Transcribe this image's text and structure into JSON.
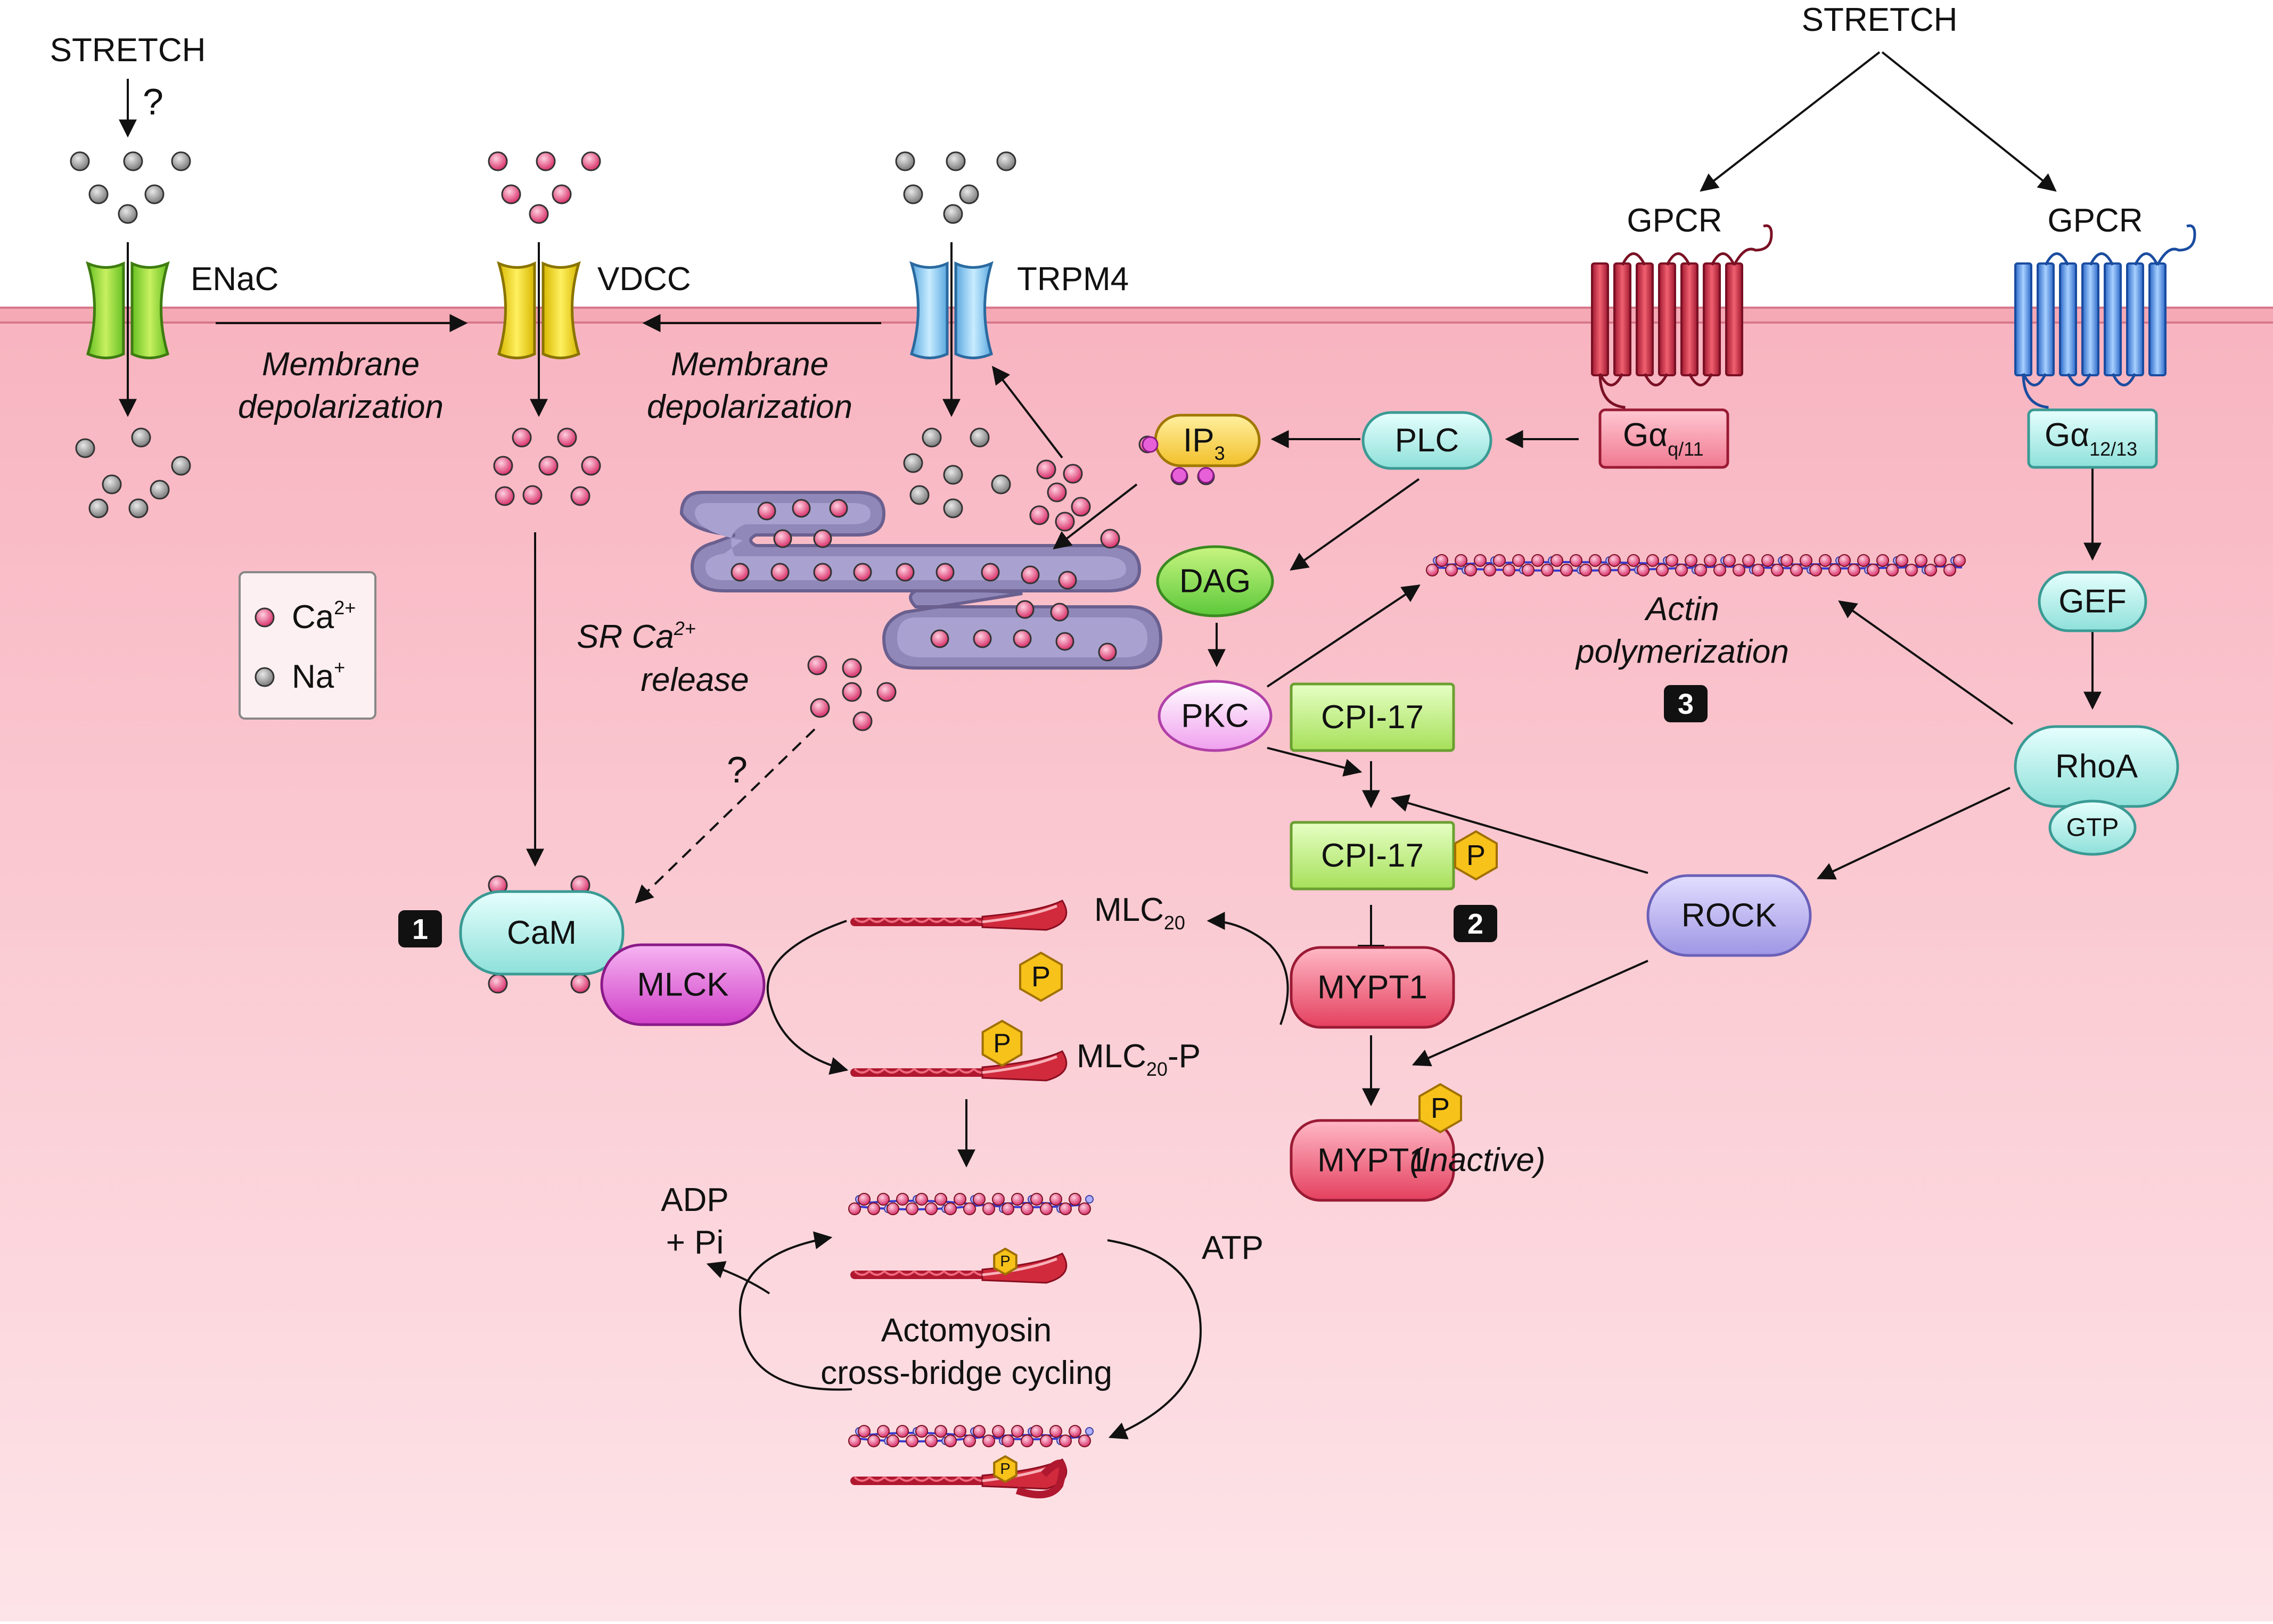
{
  "labels": {
    "stretch_left": "STRETCH",
    "stretch_right": "STRETCH",
    "question_top": "?",
    "question_mid": "?",
    "enac": "ENaC",
    "vdcc": "VDCC",
    "trpm4": "TRPM4",
    "membrane_depol": [
      "Membrane",
      "depolarization"
    ],
    "sr_release": [
      "SR Ca",
      "2+",
      "release"
    ],
    "gpcr": "GPCR",
    "gq_main": "Gα",
    "gq_sub": "q/11",
    "g12_main": "Gα",
    "g12_sub": "12/13",
    "plc": "PLC",
    "ip3_main": "IP",
    "ip3_sub": "3",
    "dag": "DAG",
    "pkc": "PKC",
    "cpi17": "CPI-17",
    "gef": "GEF",
    "rhoa": "RhoA",
    "gtp": "GTP",
    "rock": "ROCK",
    "mypt1": "MYPT1",
    "inactive": "(Inactive)",
    "cam": "CaM",
    "mlck": "MLCK",
    "mlc20_main": "MLC",
    "mlc20_sub": "20",
    "mlc20p_suffix": "-P",
    "phospho": "P",
    "actin_poly": [
      "Actin",
      "polymerization"
    ],
    "adp": [
      "ADP",
      "+ Pi"
    ],
    "atp": "ATP",
    "crossbridge": [
      "Actomyosin",
      "cross-bridge cycling"
    ],
    "badge_1": "1",
    "badge_2": "2",
    "badge_3": "3"
  },
  "legend": {
    "ca_main": "Ca",
    "ca_sup": "2+",
    "na_main": "Na",
    "na_sup": "+"
  },
  "colors": {
    "cytoplasm": "#fad2d8",
    "membrane": "#f4a9b4",
    "ca_ion": "#e0457b",
    "na_ion": "#9a9a9a",
    "cyan_node": "#bff2ee",
    "green_node": "#c8f08c",
    "pink_node": "#f06a86",
    "magenta_node": "#e060d8",
    "purple_node": "#b9b2f0",
    "sr_fill": "#9088b8"
  }
}
